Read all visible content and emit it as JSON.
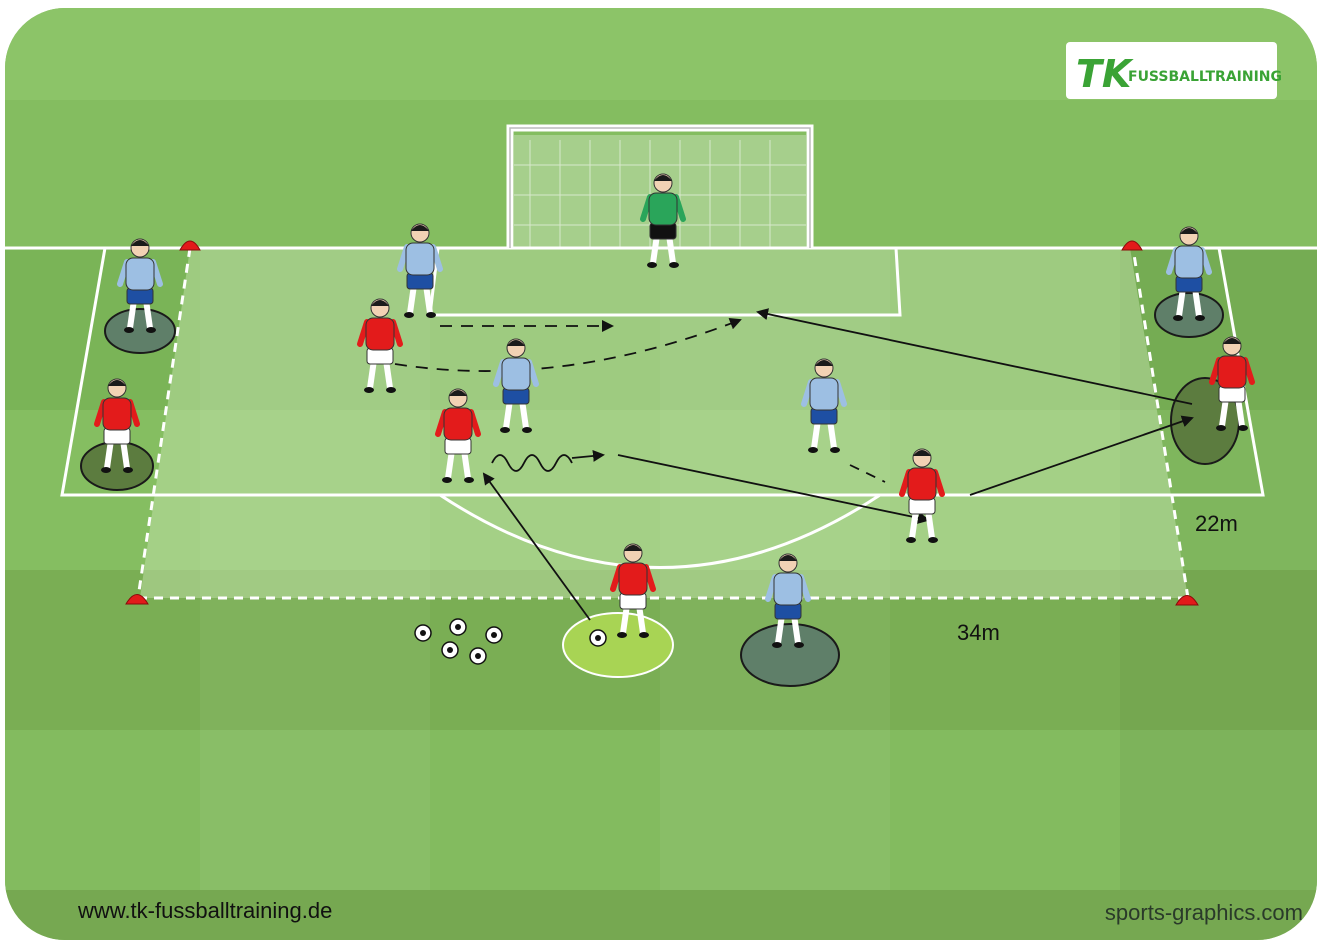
{
  "logo": {
    "mark": "TK",
    "text": "FUSSBALLTRAINING"
  },
  "dimensions": {
    "width_label": "34m",
    "depth_label": "22m"
  },
  "footer": {
    "left_url": "www.tk-fussballtraining.de",
    "right_credit": "sports-graphics.com"
  },
  "colors": {
    "pitch_light": "#8cc26a",
    "pitch_dark": "#7fb85e",
    "zone_highlight": "#a9d18d",
    "red_team": "#e31b1b",
    "blue_team": "#9dbfe3",
    "shorts_blue": "#1e4fa3",
    "keeper": "#2aa55a",
    "cone": "#e21a1a",
    "station_dark": "#5f7f69",
    "station_start": "#a8d454",
    "logo_green": "#3aa335"
  },
  "players": [
    {
      "team": "blue",
      "role": "wide-left-station"
    },
    {
      "team": "red",
      "role": "wide-left-station"
    },
    {
      "team": "blue",
      "role": "wide-right-station"
    },
    {
      "team": "red",
      "role": "wide-right-station"
    },
    {
      "team": "red",
      "role": "start-with-ball"
    },
    {
      "team": "blue",
      "role": "start-station"
    },
    {
      "team": "blue",
      "role": "defender"
    },
    {
      "team": "red",
      "role": "attacker"
    },
    {
      "team": "blue",
      "role": "defender"
    },
    {
      "team": "red",
      "role": "attacker-dribbling"
    },
    {
      "team": "blue",
      "role": "defender"
    },
    {
      "team": "red",
      "role": "attacker-passing"
    },
    {
      "team": "green",
      "role": "goalkeeper"
    }
  ],
  "balls_count": 6
}
